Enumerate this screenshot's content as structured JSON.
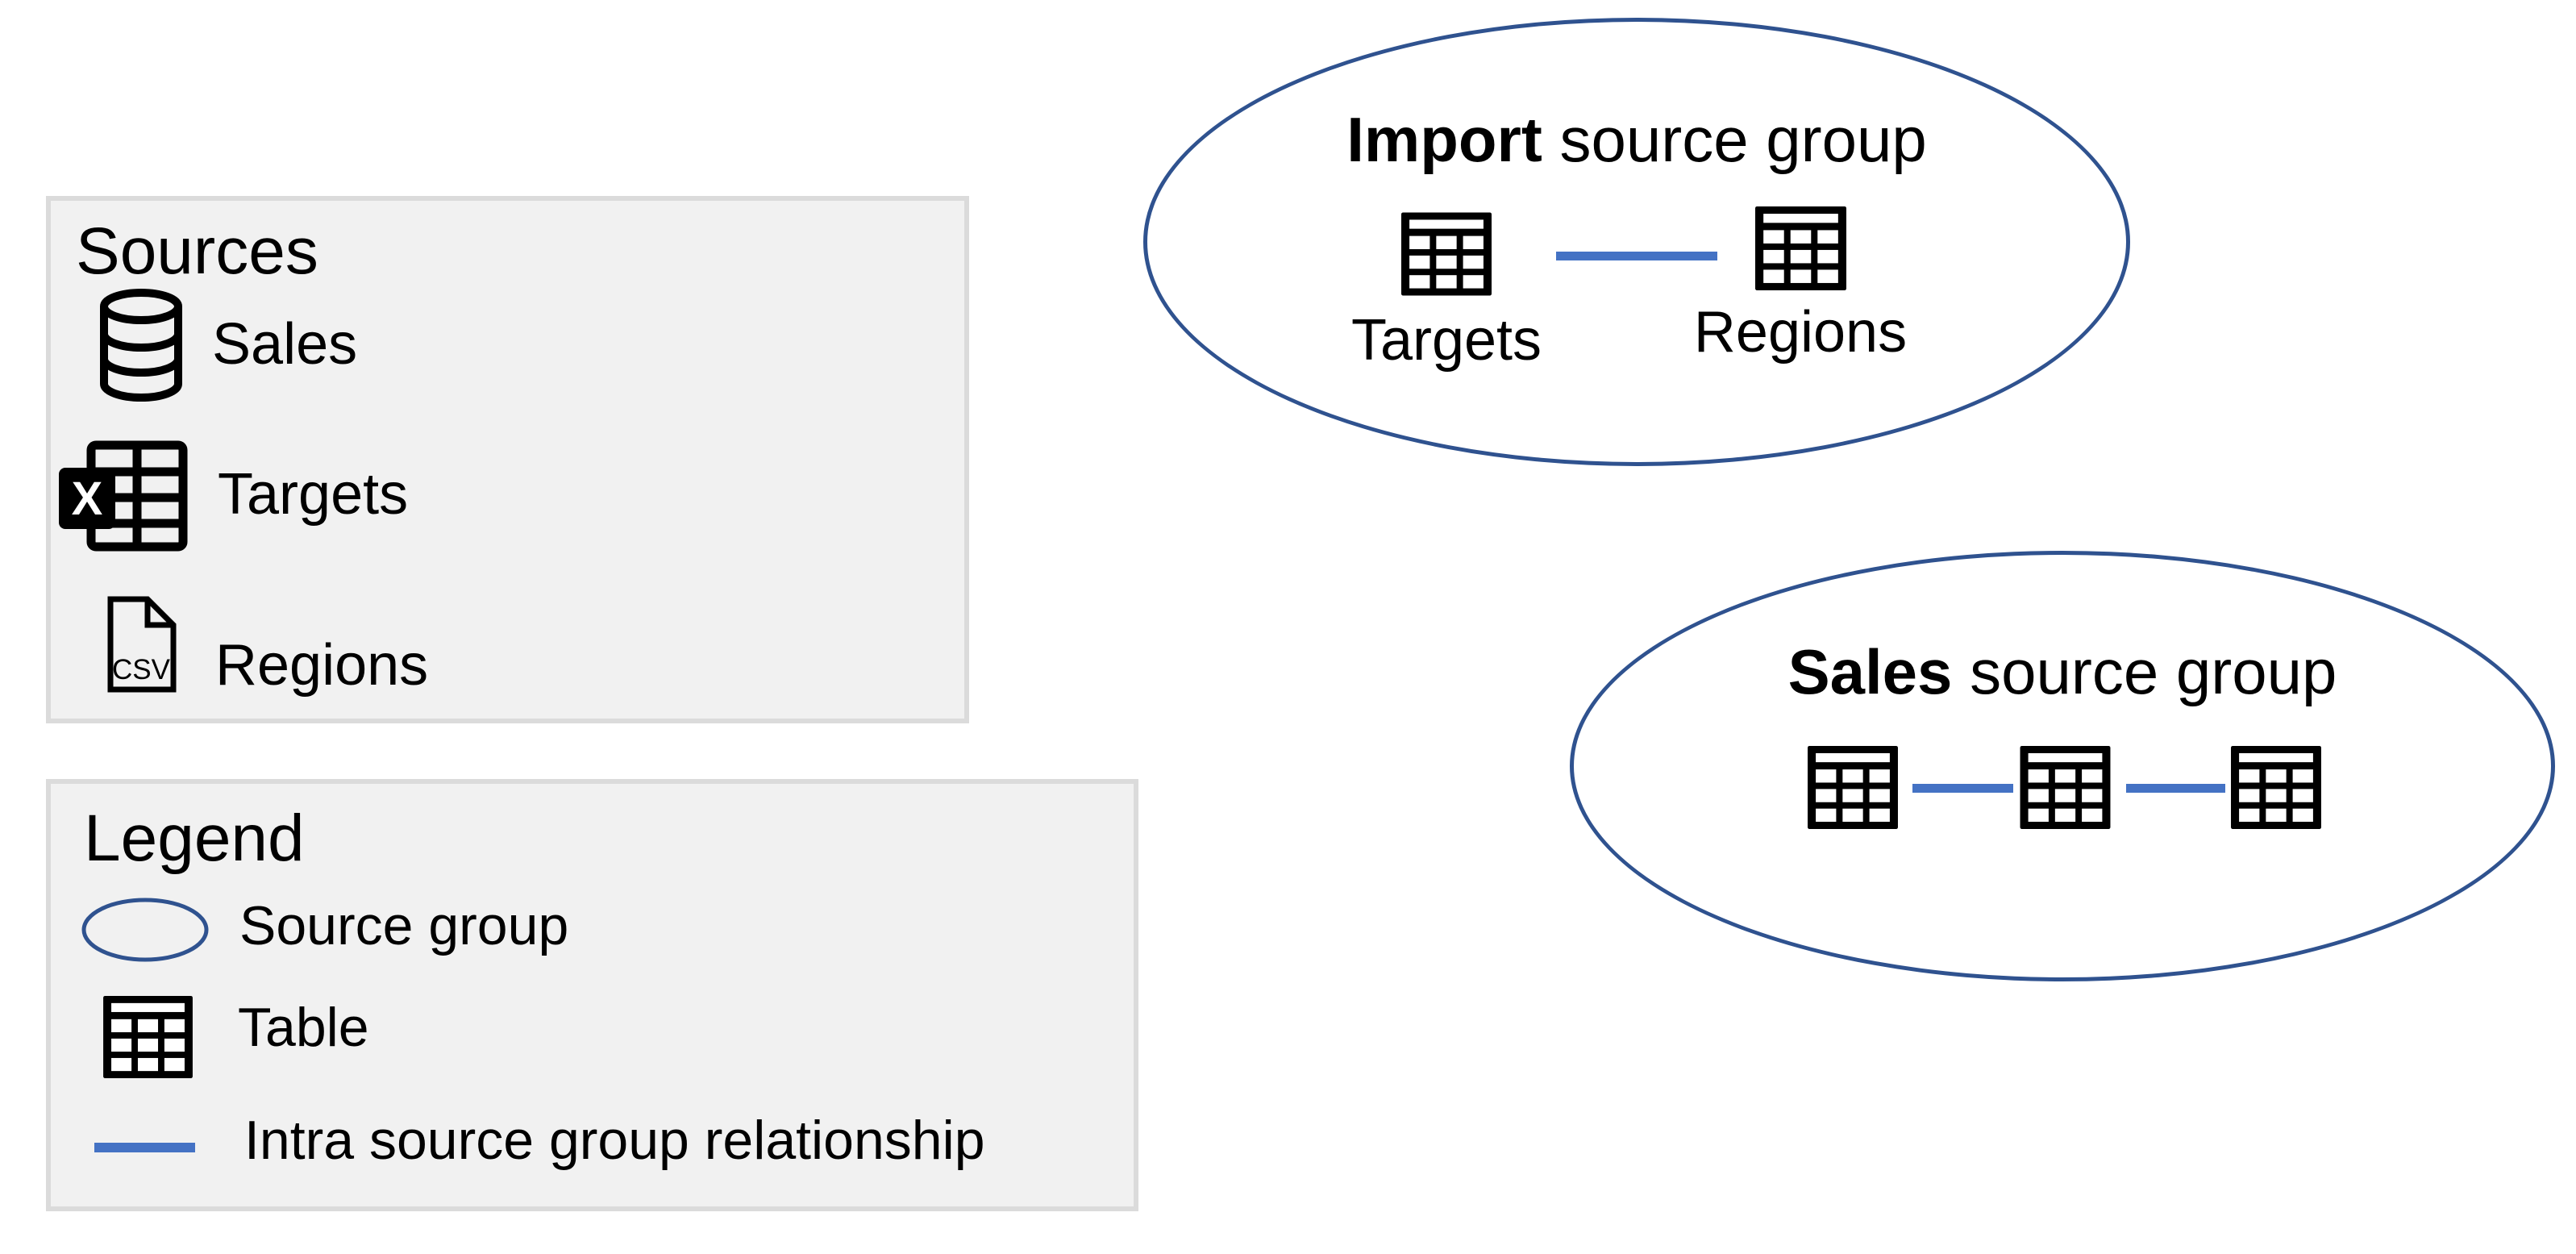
{
  "colors": {
    "panel_bg": "#F1F1F1",
    "panel_border": "#DBDBDB",
    "group_outline": "#2F528F",
    "relationship_blue": "#4472C4",
    "icon_black": "#000000"
  },
  "sources_panel": {
    "title": "Sources",
    "items": [
      {
        "label": "Sales",
        "icon": "database-icon"
      },
      {
        "label": "Targets",
        "icon": "excel-workbook-icon"
      },
      {
        "label": "Regions",
        "icon": "csv-file-icon"
      }
    ]
  },
  "legend_panel": {
    "title": "Legend",
    "items": [
      {
        "label": "Source group",
        "icon": "source-group-ellipse-icon"
      },
      {
        "label": "Table",
        "icon": "table-icon"
      },
      {
        "label": "Intra source group relationship",
        "icon": "relationship-line-icon"
      }
    ]
  },
  "excel_icon": {
    "letter": "X"
  },
  "csv_icon": {
    "text": "CSV"
  },
  "groups": {
    "import": {
      "title_bold": "Import",
      "title_rest": " source group",
      "tables": [
        {
          "label": "Targets"
        },
        {
          "label": "Regions"
        }
      ],
      "relationship_count": 1
    },
    "sales": {
      "title_bold": "Sales",
      "title_rest": " source group",
      "table_count": 3,
      "relationship_count": 2
    }
  }
}
